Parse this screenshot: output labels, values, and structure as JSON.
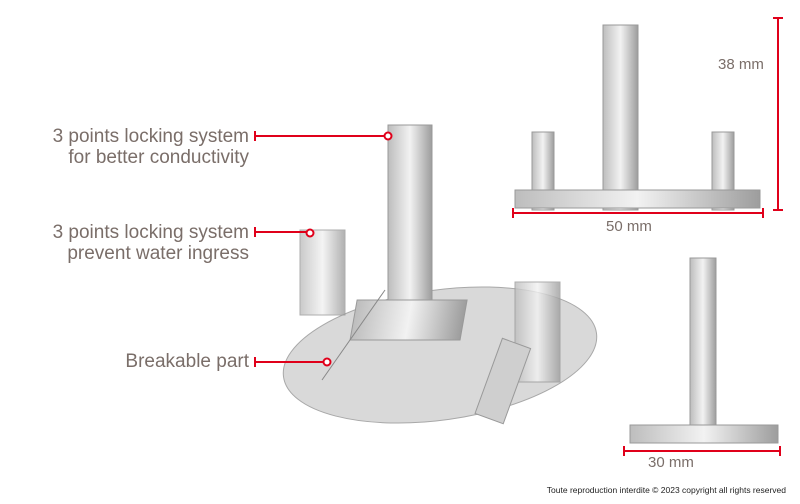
{
  "annotations": [
    {
      "line1": "3 points locking system",
      "line2": "for better conductivity"
    },
    {
      "line1": "3 points locking system",
      "line2": "prevent water ingress"
    },
    {
      "line1": "Breakable part"
    }
  ],
  "dimensions": {
    "height": "38 mm",
    "width": "50 mm",
    "depth": "30 mm"
  },
  "footer": {
    "copyright": "Toute reproduction interdite © 2023 copyright all rights reserved"
  },
  "colors": {
    "accent": "#e0001a",
    "text": "#7a6e69"
  }
}
